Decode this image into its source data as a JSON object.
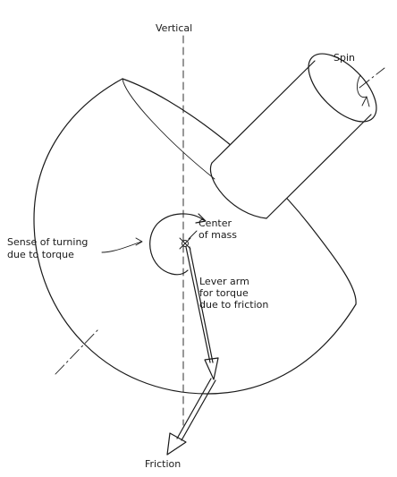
{
  "labels": {
    "vertical": "Vertical",
    "spin": "Spin",
    "center_of_mass_1": "Center",
    "center_of_mass_2": "of mass",
    "sense_1": "Sense of turning",
    "sense_2": "due to torque",
    "lever_1": "Lever arm",
    "lever_2": "for torque",
    "lever_3": "due to friction",
    "friction": "Friction"
  }
}
